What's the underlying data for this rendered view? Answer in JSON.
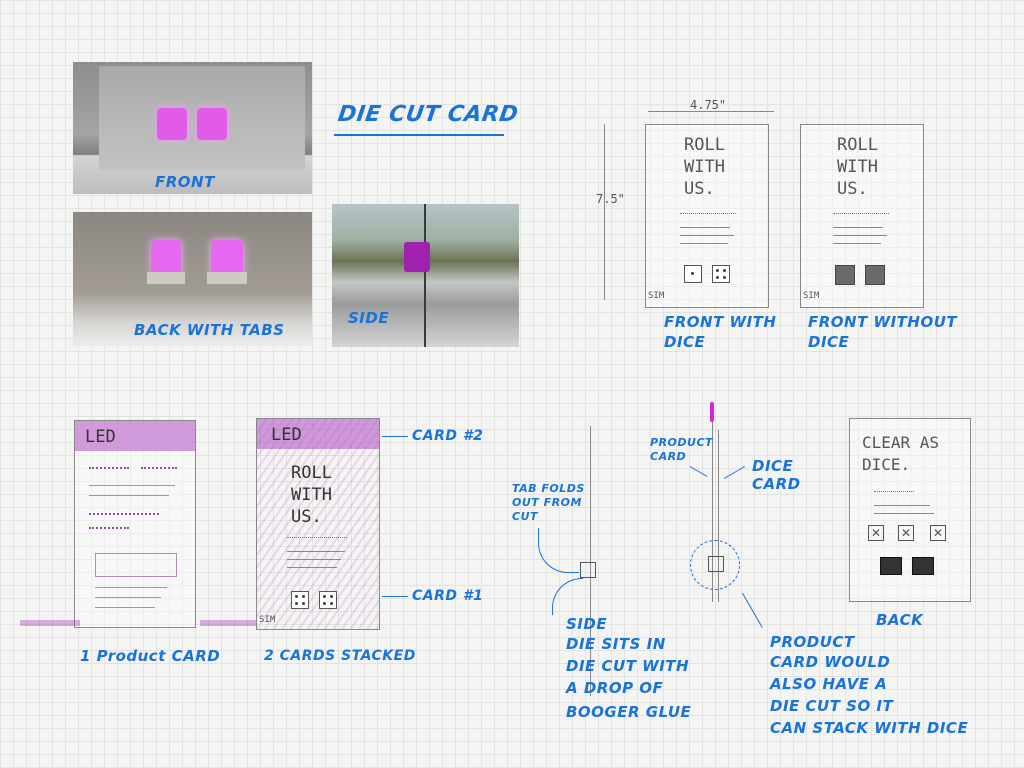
{
  "title": "DIE CUT CARD",
  "photos": {
    "front_label": "FRONT",
    "back_label": "BACK WITH TABS",
    "side_label": "SIDE"
  },
  "dimensions": {
    "width": "4.75\"",
    "height": "7.5\""
  },
  "cards": {
    "roll_text": [
      "ROLL",
      "WITH",
      "US."
    ],
    "front_with_dice": [
      "FRONT WITH",
      "DICE"
    ],
    "front_without_dice": [
      "FRONT WITHOUT",
      "DICE"
    ],
    "led": "LED",
    "one_product": "1 Product CARD",
    "two_stacked": "2 CARDS STACKED",
    "card2": "CARD #2",
    "card1": "CARD #1",
    "sim": "SIM"
  },
  "side_diagram": {
    "tab_folds": [
      "TAB FOLDS",
      "OUT FROM",
      "CUT"
    ],
    "product_card": [
      "PRODUCT",
      "CARD"
    ],
    "dice_card": [
      "DICE",
      "CARD"
    ],
    "side_note": [
      "SIDE",
      "DIE SITS IN",
      "DIE CUT WITH",
      "A DROP OF",
      "BOOGER GLUE"
    ],
    "product_note": [
      "PRODUCT",
      "CARD WOULD",
      "ALSO HAVE A",
      "DIE CUT SO IT",
      "CAN STACK WITH DICE"
    ]
  },
  "back_card": {
    "headline": [
      "CLEAR AS",
      "DICE."
    ],
    "label": "BACK"
  },
  "colors": {
    "ink_blue": "#1a73d6",
    "dice_pink": "#e040e0",
    "led_purple": "#b04fc4"
  }
}
